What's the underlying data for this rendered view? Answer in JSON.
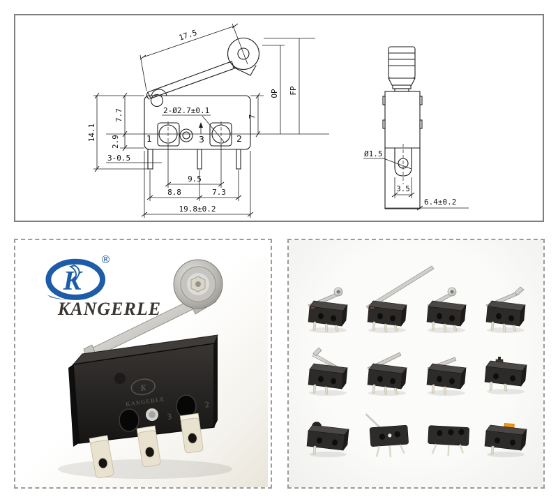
{
  "colors": {
    "logo_blue": "#1d5ca6",
    "drawing_line": "#1b1b1b",
    "panel_border_solid": "#7e7e7e",
    "panel_border_dashed": "#9b9b9b",
    "switch_body": "#2d2b29",
    "lever_metal": "#d6d4d0",
    "terminal_brass": "#e9e2cf",
    "button_orange": "#ef9a10"
  },
  "drawing": {
    "front_view": {
      "lever_length": "17.5",
      "mounting_holes": "2-Ø2.7±0.1",
      "total_height": "14.1",
      "upper_height": "7.7",
      "lower_height": "2.9",
      "terminal_spec": "3-0.5",
      "hole_pitch": "9.5",
      "pitch_left": "8.8",
      "pitch_right": "7.3",
      "total_width": "19.8±0.2",
      "right_height": "7",
      "op_label": "OP",
      "fp_label": "FP",
      "terminal_no1": "1",
      "terminal_no3": "3",
      "terminal_no2": "2"
    },
    "side_view": {
      "hole_diameter": "Ø1.5",
      "slot_width": "3.5",
      "body_depth": "6.4±0.2"
    }
  },
  "brand": {
    "name": "KANGERLE",
    "registered_mark": "®",
    "logo_monogram": "K"
  },
  "gallery": {
    "items": [
      {
        "variant": "roller-lever"
      },
      {
        "variant": "long-straight-lever"
      },
      {
        "variant": "short-roller-lever"
      },
      {
        "variant": "simulated-roller-lever"
      },
      {
        "variant": "bent-lever"
      },
      {
        "variant": "straight-lever"
      },
      {
        "variant": "short-straight-lever"
      },
      {
        "variant": "pin-plunger"
      },
      {
        "variant": "roller-button"
      },
      {
        "variant": "lever-3-pin"
      },
      {
        "variant": "plain-3-pin"
      },
      {
        "variant": "button-actuator"
      }
    ]
  }
}
